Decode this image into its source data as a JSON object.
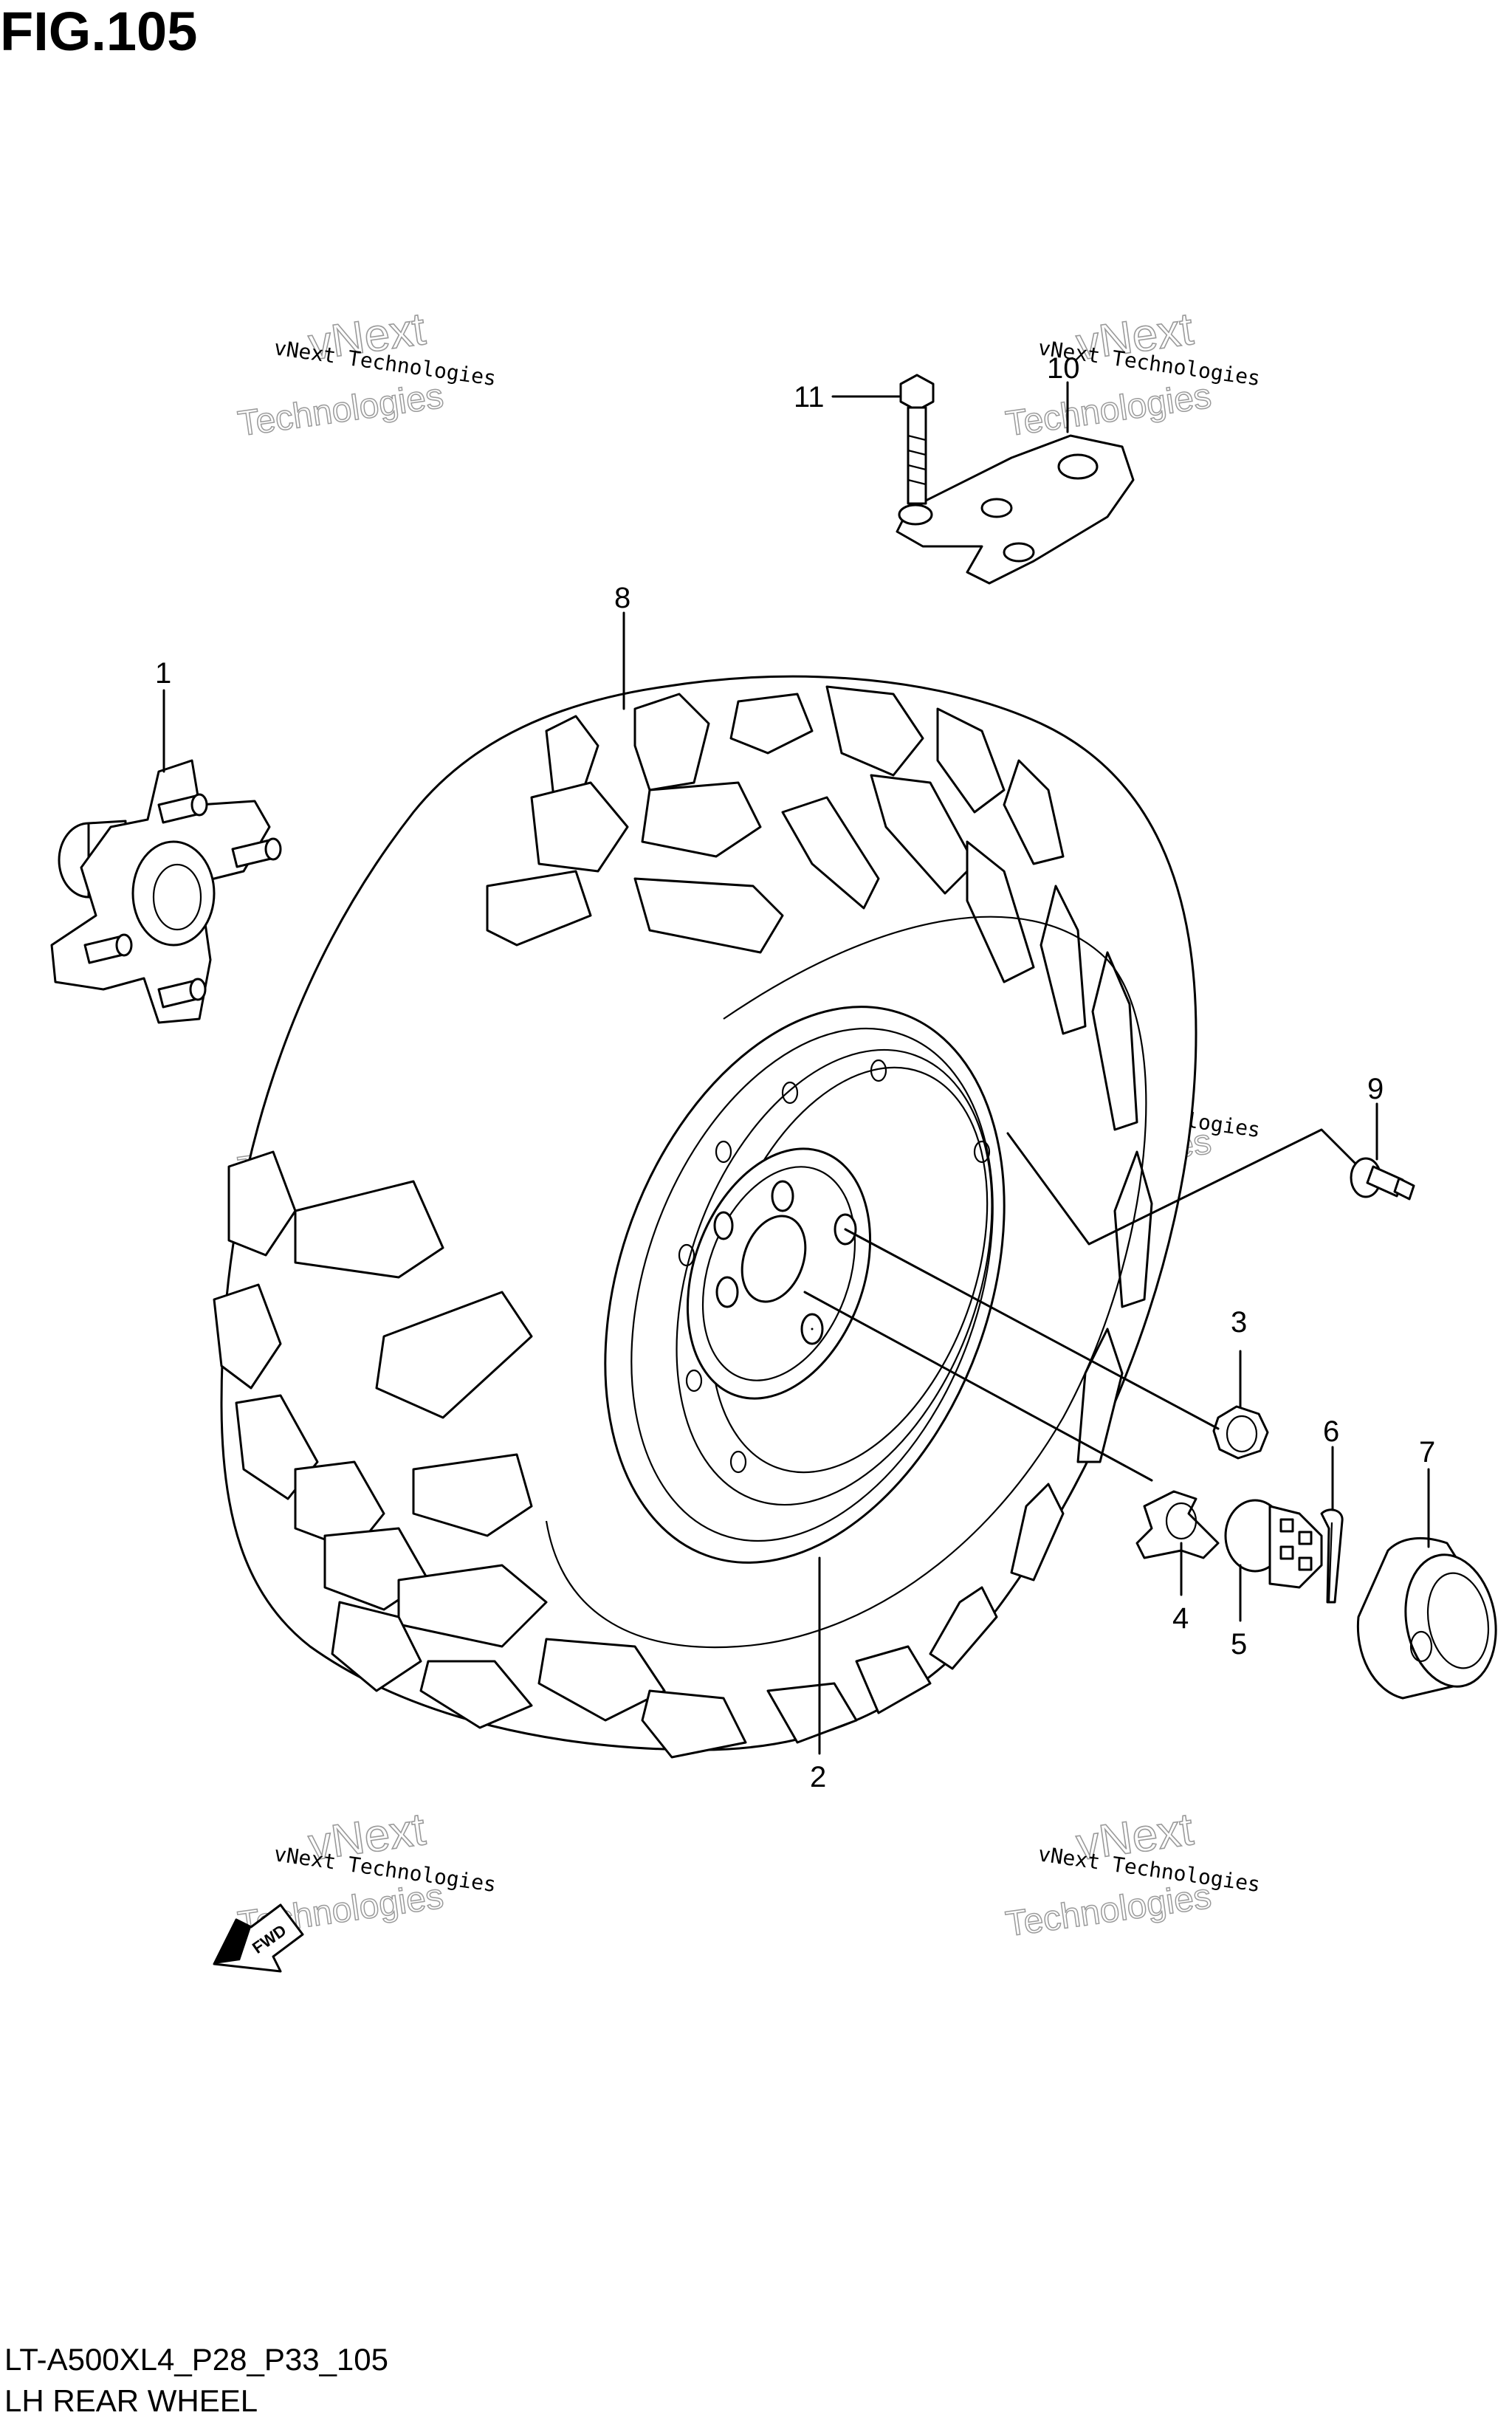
{
  "figure": {
    "title": "FIG.105"
  },
  "footer": {
    "code": "LT-A500XL4_P28_P33_105",
    "caption": "LH REAR WHEEL"
  },
  "watermark": {
    "line1": "vNext Technologies",
    "line2": "vNext",
    "line3": "Technologies"
  },
  "fwd_badge": "FWD",
  "callouts": {
    "c1": "1",
    "c2": "2",
    "c3": "3",
    "c4": "4",
    "c5": "5",
    "c6": "6",
    "c7": "7",
    "c8": "8",
    "c9": "9",
    "c10": "10",
    "c11": "11"
  }
}
